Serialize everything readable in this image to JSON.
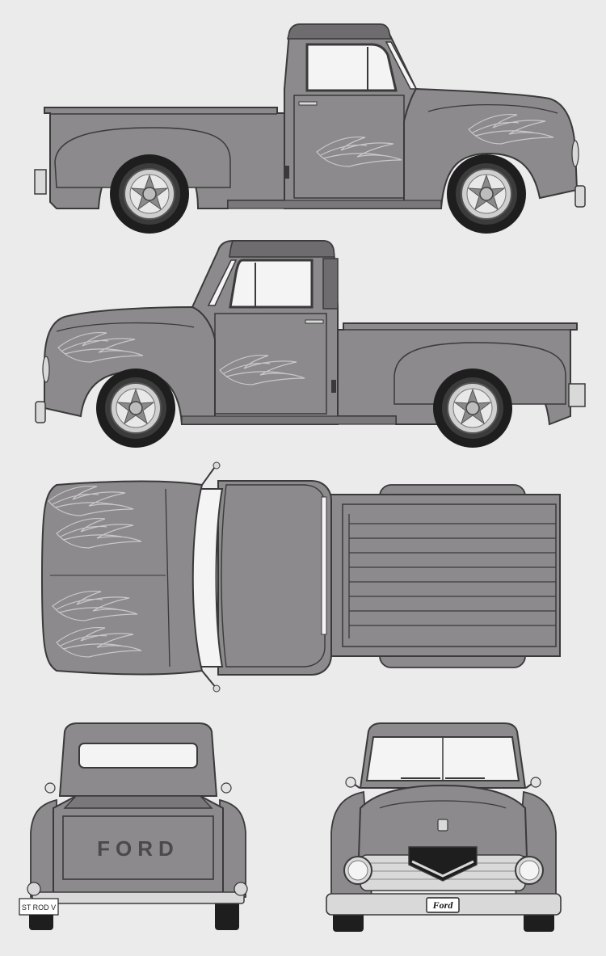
{
  "rear_view": {
    "tailgate_text": "FORD",
    "license_plate": "ST ROD V"
  },
  "front_view": {
    "grille_emblem": "Ford"
  },
  "colors": {
    "background": "#ebebeb",
    "body": "#8c8a8c",
    "outline": "#3a3a3a",
    "tire": "#1e1e1e",
    "glass": "#f4f4f4",
    "chrome": "#d9d9d9"
  }
}
